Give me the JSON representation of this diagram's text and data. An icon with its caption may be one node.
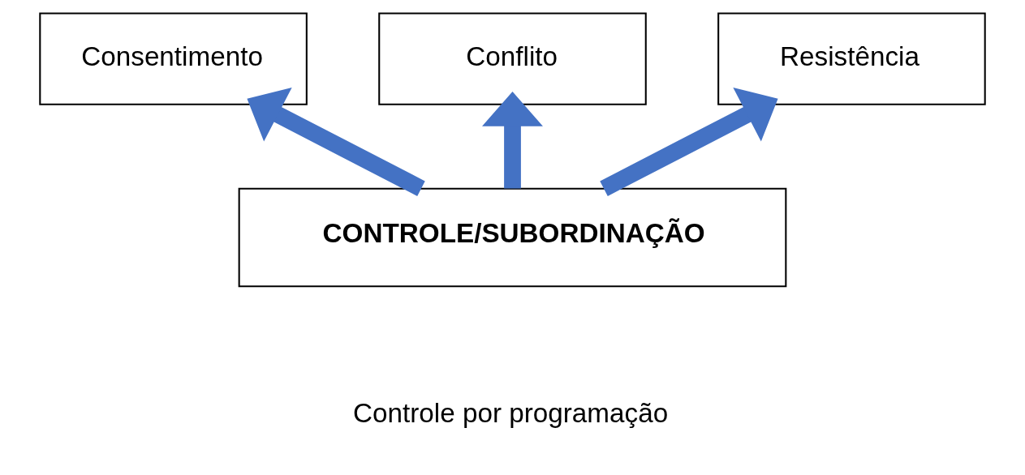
{
  "diagram": {
    "nodes": [
      {
        "text": [
          "Consentimento"
        ]
      },
      {
        "text": [
          "Conflito"
        ]
      },
      {
        "text": [
          "Resistência"
        ]
      },
      {
        "text": [
          "CONTROLE/SUBORDINAÇÃO"
        ]
      }
    ],
    "edges": [
      {
        "from": 3,
        "to": 0,
        "arrow": "to"
      },
      {
        "from": 3,
        "to": 1,
        "arrow": "to"
      },
      {
        "from": 3,
        "to": 2,
        "arrow": "to"
      }
    ],
    "labels": [
      "Controle por programação"
    ]
  }
}
